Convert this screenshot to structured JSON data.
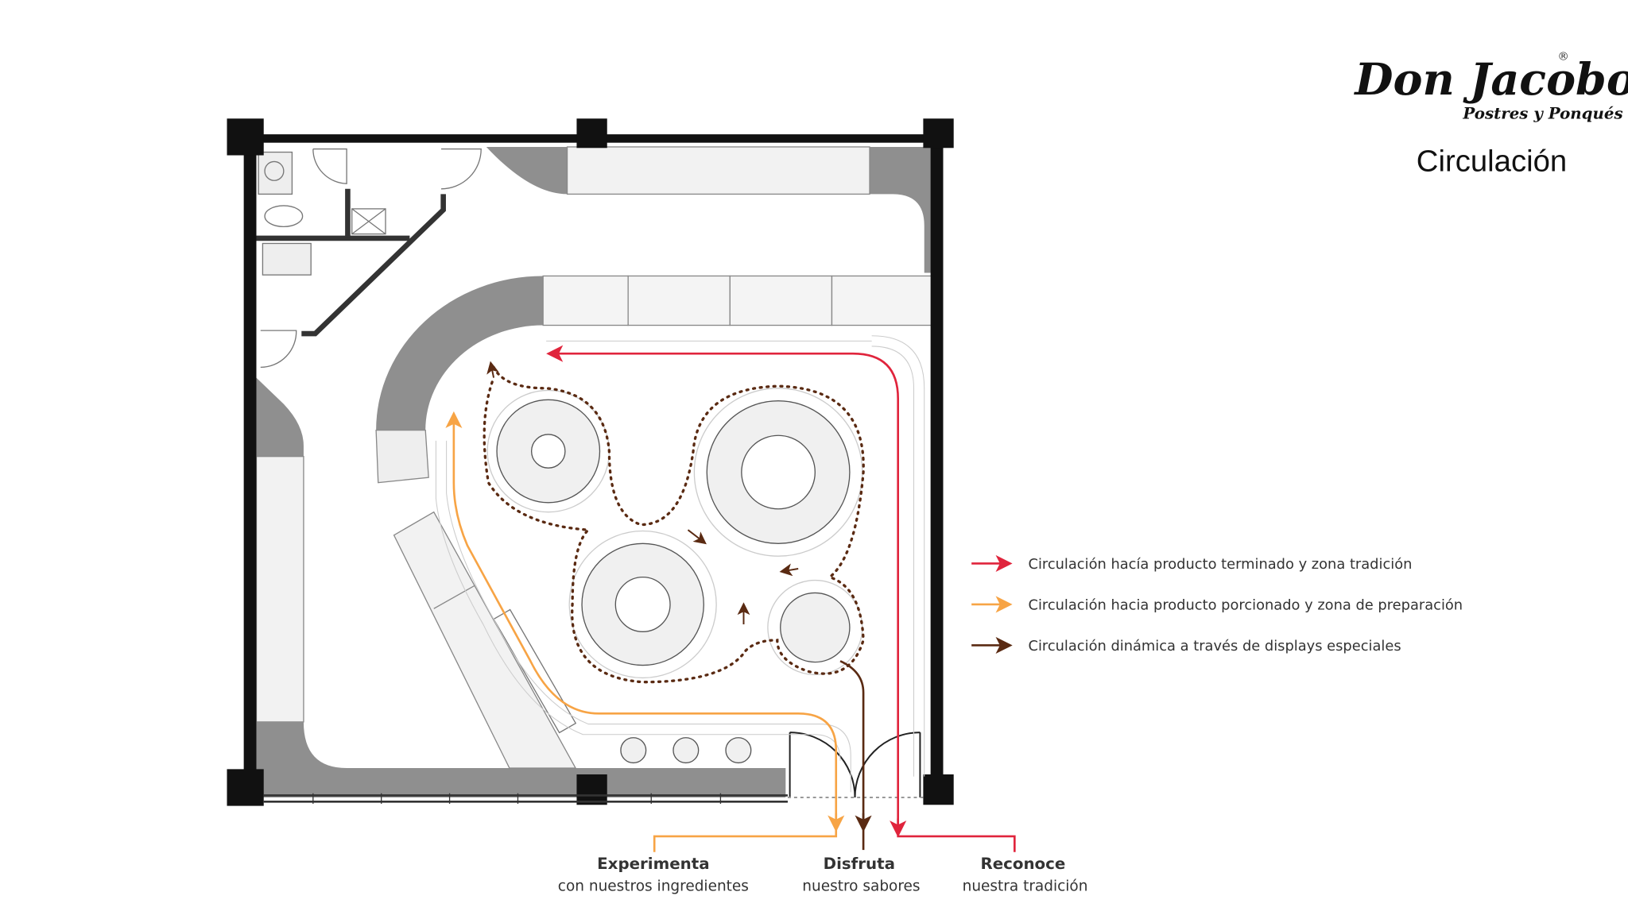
{
  "header": {
    "logo_text": "Don Jacobo",
    "logo_subtext": "Postres y Ponqués",
    "logo_mark": "®",
    "title": "Circulación"
  },
  "colors": {
    "red": "#e0243c",
    "orange": "#f7a445",
    "brown": "#5a2a12",
    "gray": "#8f8f8f",
    "wall": "#111111"
  },
  "legend": [
    {
      "icon": "red-arrow-icon",
      "label": "Circulación hacía producto terminado y zona tradición"
    },
    {
      "icon": "orange-arrow-icon",
      "label": "Circulación hacia producto porcionado y zona de preparación"
    },
    {
      "icon": "brown-arrow-icon",
      "label": "Circulación dinámica a través de displays especiales"
    }
  ],
  "callouts": [
    {
      "title": "Experimenta",
      "subtitle": "con nuestros ingredientes"
    },
    {
      "title": "Disfruta",
      "subtitle": "nuestro sabores"
    },
    {
      "title": "Reconoce",
      "subtitle": "nuestra tradición"
    }
  ]
}
